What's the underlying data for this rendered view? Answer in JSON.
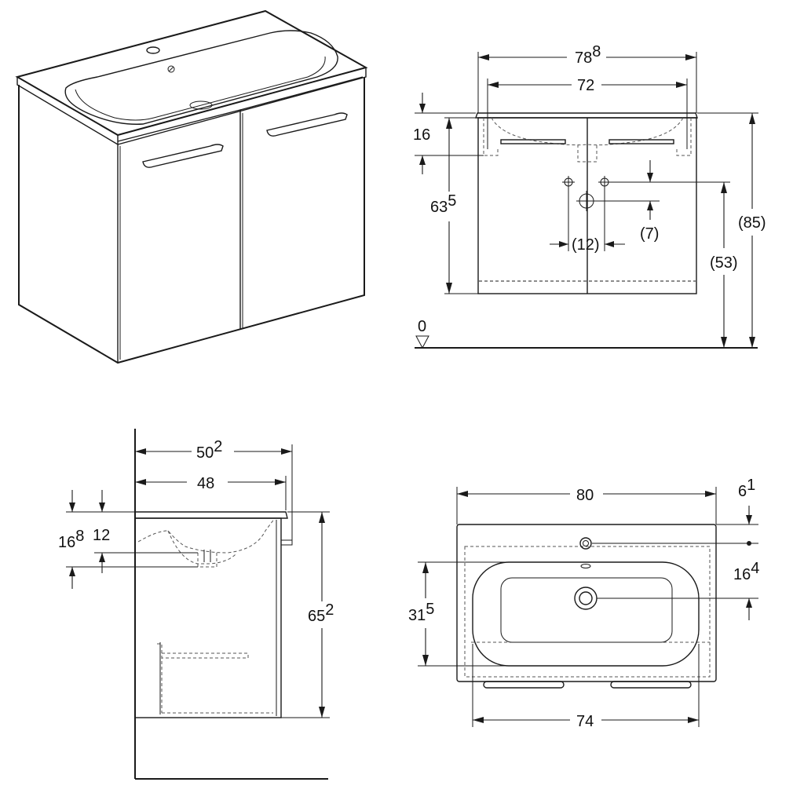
{
  "front_view": {
    "width_outer": {
      "main": "78",
      "sup": "8"
    },
    "width_inner": "72",
    "top_offset": "16",
    "height_cabinet": {
      "main": "63",
      "sup": "5"
    },
    "height_total": "(85)",
    "height_drain": "(53)",
    "drain_spacing": "(12)",
    "drain_offset": "(7)",
    "floor_level": "0"
  },
  "side_view": {
    "depth_outer": {
      "main": "50",
      "sup": "2"
    },
    "depth_inner": "48",
    "basin_depth": {
      "main": "16",
      "sup": "8"
    },
    "basin_offset": "12",
    "height": {
      "main": "65",
      "sup": "2"
    }
  },
  "top_view": {
    "width": "80",
    "edge_offset": {
      "main": "6",
      "sup": "1"
    },
    "tap_to_drain": {
      "main": "16",
      "sup": "4"
    },
    "bowl_depth": {
      "main": "31",
      "sup": "5"
    },
    "cabinet_width": "74"
  }
}
